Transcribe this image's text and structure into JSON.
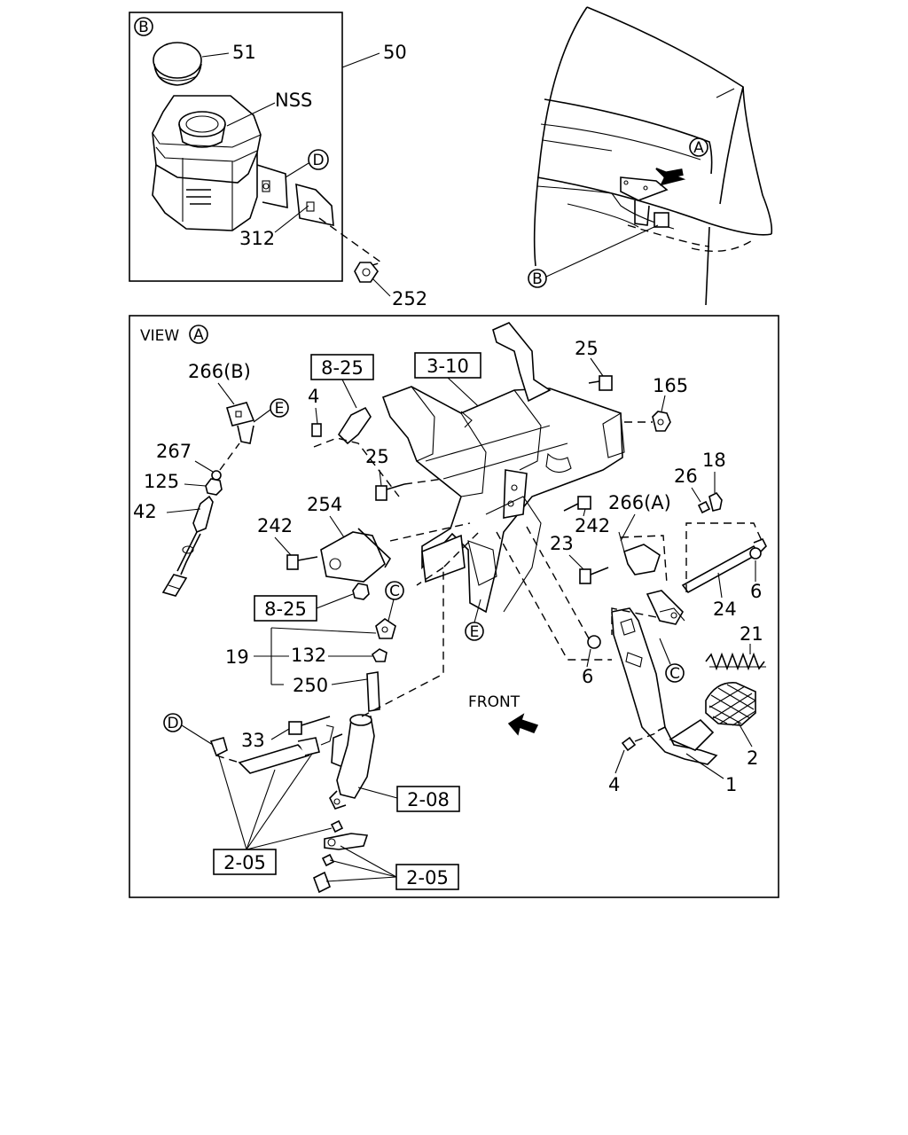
{
  "view_label": "VIEW",
  "front_label": "FRONT",
  "callouts": {
    "A_top": "A",
    "A_view": "A",
    "B_top": "B",
    "B_car": "B",
    "C1": "C",
    "C2": "C",
    "D1": "D",
    "D2": "D",
    "E1": "E",
    "E2": "E"
  },
  "boxed_refs": {
    "r_3_10": "3-10",
    "r_8_25a": "8-25",
    "r_8_25b": "8-25",
    "r_2_08": "2-08",
    "r_2_05a": "2-05",
    "r_2_05b": "2-05"
  },
  "parts": {
    "p51": "51",
    "p50": "50",
    "pNSS": "NSS",
    "p312": "312",
    "p252": "252",
    "p25a": "25",
    "p165": "165",
    "p266b": "266(B)",
    "p4a": "4",
    "p267": "267",
    "p125": "125",
    "p42": "42",
    "p25b": "25",
    "p254": "254",
    "p242a": "242",
    "p242b": "242",
    "p23": "23",
    "p266a": "266(A)",
    "p26": "26",
    "p18": "18",
    "p6a": "6",
    "p24": "24",
    "p21": "21",
    "p19": "19",
    "p132": "132",
    "p250": "250",
    "p6b": "6",
    "p33": "33",
    "p2": "2",
    "p4b": "4",
    "p1": "1"
  }
}
